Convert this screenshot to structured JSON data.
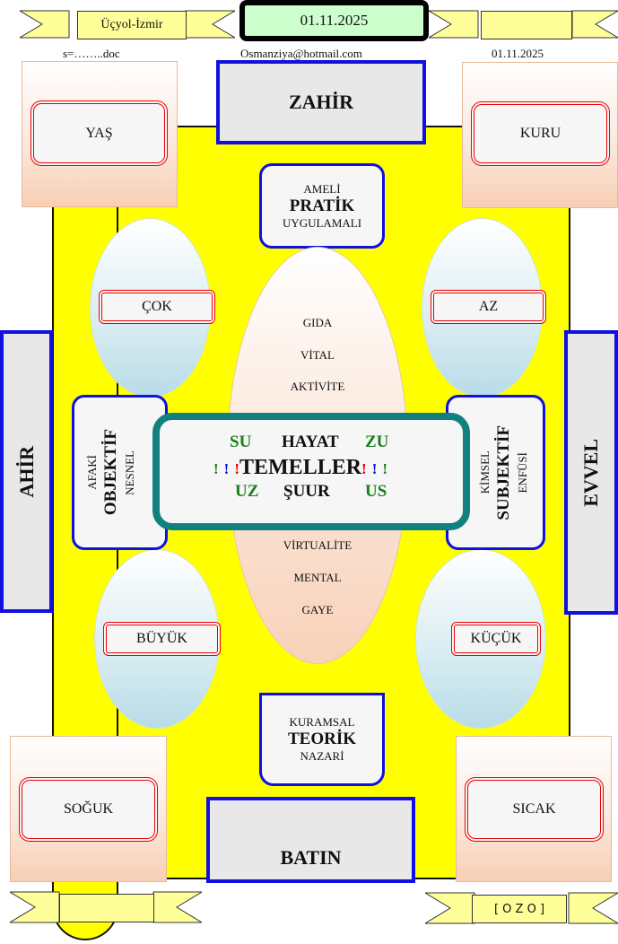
{
  "header": {
    "location": "Üçyol-İzmir",
    "date_box": "01.11.2025",
    "right_ribbon": "",
    "file": "s=……..doc",
    "email": "Osmanziya@hotmail.com",
    "date_right": "01.11.2025"
  },
  "corners": {
    "top_left": "YAŞ",
    "top_right": "KURU",
    "bottom_left": "SOĞUK",
    "bottom_right": "SICAK"
  },
  "directions": {
    "top": "ZAHİR",
    "bottom": "BATIN",
    "left": "AHİR",
    "right": "EVVEL"
  },
  "pratik": {
    "small1": "AMELİ",
    "big": "PRATİK",
    "small2": "UYGULAMALI"
  },
  "teorik": {
    "small1": "KURAMSAL",
    "big": "TEORİK",
    "small2": "NAZARİ"
  },
  "objektif": {
    "small1": "AFAKİ",
    "big": "OBJEKTİF",
    "small2": "NESNEL"
  },
  "subjektif": {
    "small1": "KİMSEL",
    "big": "SUBJEKTİF",
    "small2": "ENFÜSİ"
  },
  "ellipses": {
    "top_left": "ÇOK",
    "top_right": "AZ",
    "bottom_left": "BÜYÜK",
    "bottom_right": "KÜÇÜK"
  },
  "center_ellipse": {
    "items": [
      "GIDA",
      "VİTAL",
      "AKTİVİTE",
      "VİRTUALİTE",
      "MENTAL",
      "GAYE"
    ]
  },
  "center": {
    "su": "SU",
    "hayat": "HAYAT",
    "zu": "ZU",
    "title": "TEMELLER",
    "uz": "UZ",
    "suur": "ŞUUR",
    "us": "US",
    "ex": "!"
  },
  "footer": {
    "left_ribbon": "",
    "right_ribbon": "[ O Z O ]"
  },
  "colors": {
    "yellow": "#ffff00",
    "blue": "#1010e0",
    "red": "#e00000",
    "teal": "#138080",
    "green": "#1a7f1a"
  }
}
